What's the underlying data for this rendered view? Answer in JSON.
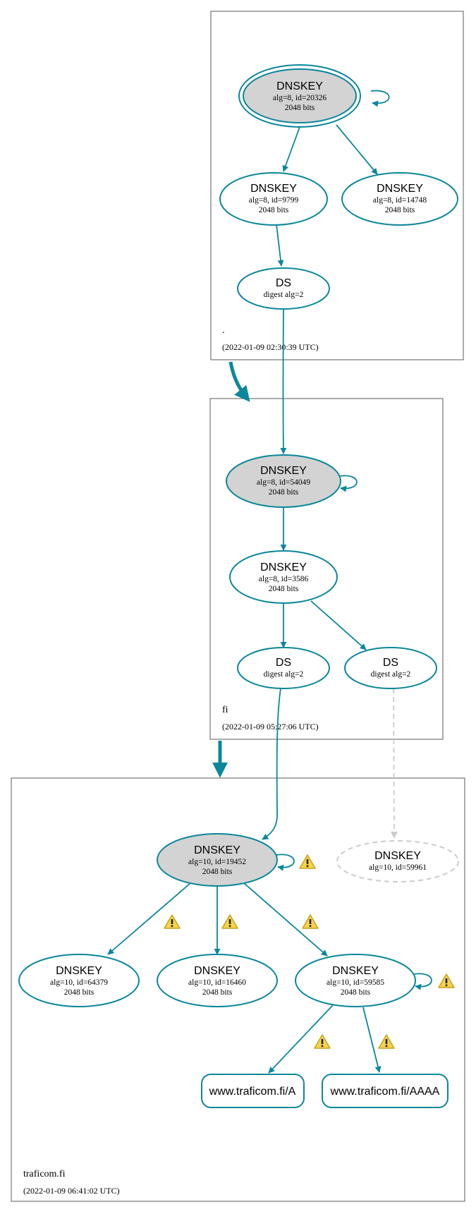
{
  "colors": {
    "edge": "#0a879a",
    "sep_fill": "#d3d3d3",
    "missing": "#cccccc",
    "warning_fill": "#f5d44c",
    "warning_stroke": "#c9a21a"
  },
  "zones": [
    {
      "id": "root",
      "name": ".",
      "timestamp": "(2022-01-09 02:30:39 UTC)"
    },
    {
      "id": "fi",
      "name": "fi",
      "timestamp": "(2022-01-09 05:27:06 UTC)"
    },
    {
      "id": "traficom",
      "name": "traficom.fi",
      "timestamp": "(2022-01-09 06:41:02 UTC)"
    }
  ],
  "nodes": [
    {
      "id": "root-ksk",
      "type": "DNSKEY",
      "line2": "alg=8, id=20326",
      "line3": "2048 bits",
      "style": "sep-double",
      "self_loop": true
    },
    {
      "id": "root-zsk-9799",
      "type": "DNSKEY",
      "line2": "alg=8, id=9799",
      "line3": "2048 bits",
      "style": "normal"
    },
    {
      "id": "root-zsk-14748",
      "type": "DNSKEY",
      "line2": "alg=8, id=14748",
      "line3": "2048 bits",
      "style": "normal"
    },
    {
      "id": "root-ds",
      "type": "DS",
      "line2": "digest alg=2",
      "style": "normal"
    },
    {
      "id": "fi-ksk",
      "type": "DNSKEY",
      "line2": "alg=8, id=54049",
      "line3": "2048 bits",
      "style": "sep",
      "self_loop": true
    },
    {
      "id": "fi-zsk",
      "type": "DNSKEY",
      "line2": "alg=8, id=3586",
      "line3": "2048 bits",
      "style": "normal"
    },
    {
      "id": "fi-ds-1",
      "type": "DS",
      "line2": "digest alg=2",
      "style": "normal"
    },
    {
      "id": "fi-ds-2",
      "type": "DS",
      "line2": "digest alg=2",
      "style": "normal"
    },
    {
      "id": "tr-ksk",
      "type": "DNSKEY",
      "line2": "alg=10, id=19452",
      "line3": "2048 bits",
      "style": "sep",
      "self_loop": true
    },
    {
      "id": "tr-missing",
      "type": "DNSKEY",
      "line2": "alg=10, id=59961",
      "style": "missing"
    },
    {
      "id": "tr-key-64379",
      "type": "DNSKEY",
      "line2": "alg=10, id=64379",
      "line3": "2048 bits",
      "style": "normal"
    },
    {
      "id": "tr-key-16460",
      "type": "DNSKEY",
      "line2": "alg=10, id=16460",
      "line3": "2048 bits",
      "style": "normal"
    },
    {
      "id": "tr-zsk-59585",
      "type": "DNSKEY",
      "line2": "alg=10, id=59585",
      "line3": "2048 bits",
      "style": "normal",
      "self_loop": true
    }
  ],
  "rrsets": [
    {
      "id": "rr-a",
      "label": "www.traficom.fi/A"
    },
    {
      "id": "rr-aaaa",
      "label": "www.traficom.fi/AAAA"
    }
  ],
  "edges": [
    {
      "from": "root-ksk",
      "to": "root-zsk-9799",
      "style": "solid"
    },
    {
      "from": "root-ksk",
      "to": "root-zsk-14748",
      "style": "solid"
    },
    {
      "from": "root-zsk-9799",
      "to": "root-ds",
      "style": "solid"
    },
    {
      "from": "root-ds",
      "to": "fi-ksk",
      "style": "solid"
    },
    {
      "from": "fi-ksk",
      "to": "fi-zsk",
      "style": "solid"
    },
    {
      "from": "fi-zsk",
      "to": "fi-ds-1",
      "style": "solid"
    },
    {
      "from": "fi-zsk",
      "to": "fi-ds-2",
      "style": "solid"
    },
    {
      "from": "fi-ds-1",
      "to": "tr-ksk",
      "style": "solid"
    },
    {
      "from": "fi-ds-2",
      "to": "tr-missing",
      "style": "dashed"
    },
    {
      "from": "tr-ksk",
      "to": "tr-key-64379",
      "style": "solid",
      "warning": true
    },
    {
      "from": "tr-ksk",
      "to": "tr-key-16460",
      "style": "solid",
      "warning": true
    },
    {
      "from": "tr-ksk",
      "to": "tr-zsk-59585",
      "style": "solid",
      "warning": true
    },
    {
      "from": "tr-zsk-59585",
      "to": "rr-a",
      "style": "solid",
      "warning": true
    },
    {
      "from": "tr-zsk-59585",
      "to": "rr-aaaa",
      "style": "solid",
      "warning": true
    }
  ],
  "delegations": [
    {
      "from": "root",
      "to": "fi"
    },
    {
      "from": "fi",
      "to": "traficom"
    }
  ],
  "self_loop_warnings": [
    "tr-ksk",
    "tr-zsk-59585"
  ]
}
